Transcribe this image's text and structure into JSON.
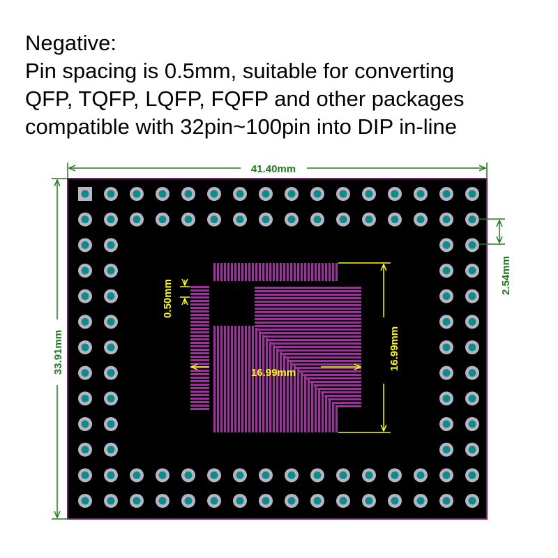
{
  "caption": {
    "heading": "Negative:",
    "lines": [
      "Pin spacing is 0.5mm, suitable for converting",
      "QFP, TQFP, LQFP, FQFP and other packages",
      "compatible with 32pin~100pin into DIP in-line"
    ]
  },
  "dimensions": {
    "board_width": "41.40mm",
    "board_height": "33.91mm",
    "pin_pitch": "2.54mm",
    "pad_pitch": "0.50mm",
    "footprint_width": "16.99mm",
    "footprint_height": "16.99mm"
  },
  "colors": {
    "board": "#000000",
    "board_outline": "#7a1f6e",
    "pad_ring": "#b9b4c2",
    "pad_hole": "#0e8c8c",
    "smd_pad": "#a02fa0",
    "dim_board": "#1f7a1f",
    "dim_footprint": "#ffff00",
    "dim_pitch": "#1f7a1f"
  },
  "icons": {
    "pin1_marker": "square-pad-icon",
    "through_hole": "ring-pad-icon"
  }
}
